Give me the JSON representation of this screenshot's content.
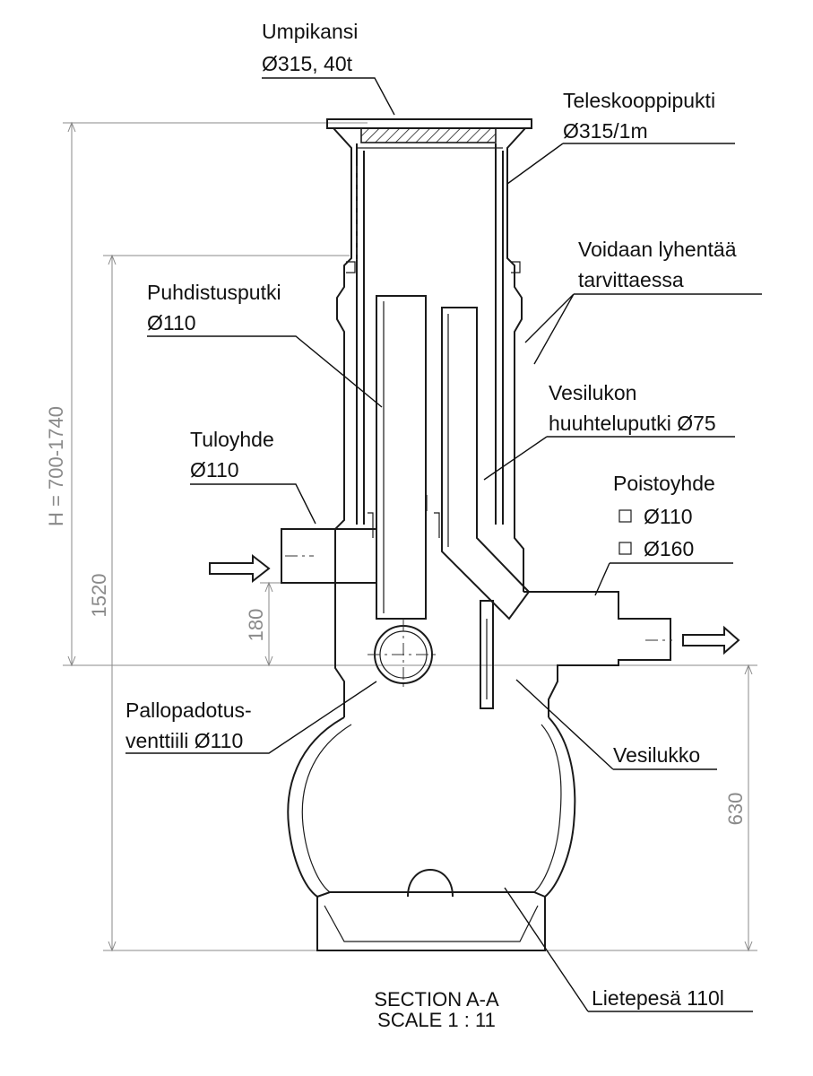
{
  "labels": {
    "umpikansi_name": "Umpikansi",
    "umpikansi_spec": "Ø315, 40t",
    "teleskooppi_name": "Teleskooppipukti",
    "teleskooppi_spec": "Ø315/1m",
    "voidaan_line1": "Voidaan lyhentää",
    "voidaan_line2": "tarvittaessa",
    "puhdistus_name": "Puhdistusputki",
    "puhdistus_spec": "Ø110",
    "vesilukon_line1": "Vesilukon",
    "vesilukon_line2": "huuhteluputki Ø75",
    "tuloyhde_name": "Tuloyhde",
    "tuloyhde_spec": "Ø110",
    "poistoyhde_name": "Poistoyhde",
    "poistoyhde_opt1": "Ø110",
    "poistoyhde_opt2": "Ø160",
    "pallo_line1": "Pallopadotus-",
    "pallo_line2": "venttiili Ø110",
    "vesilukko": "Vesilukko",
    "lietepesa": "Lietepesä 110l"
  },
  "dimensions": {
    "total_height": "H = 700-1740",
    "d1520": "1520",
    "d180": "180",
    "d630": "630"
  },
  "title_block": {
    "section": "SECTION A-A",
    "scale": "SCALE 1 : 11"
  }
}
